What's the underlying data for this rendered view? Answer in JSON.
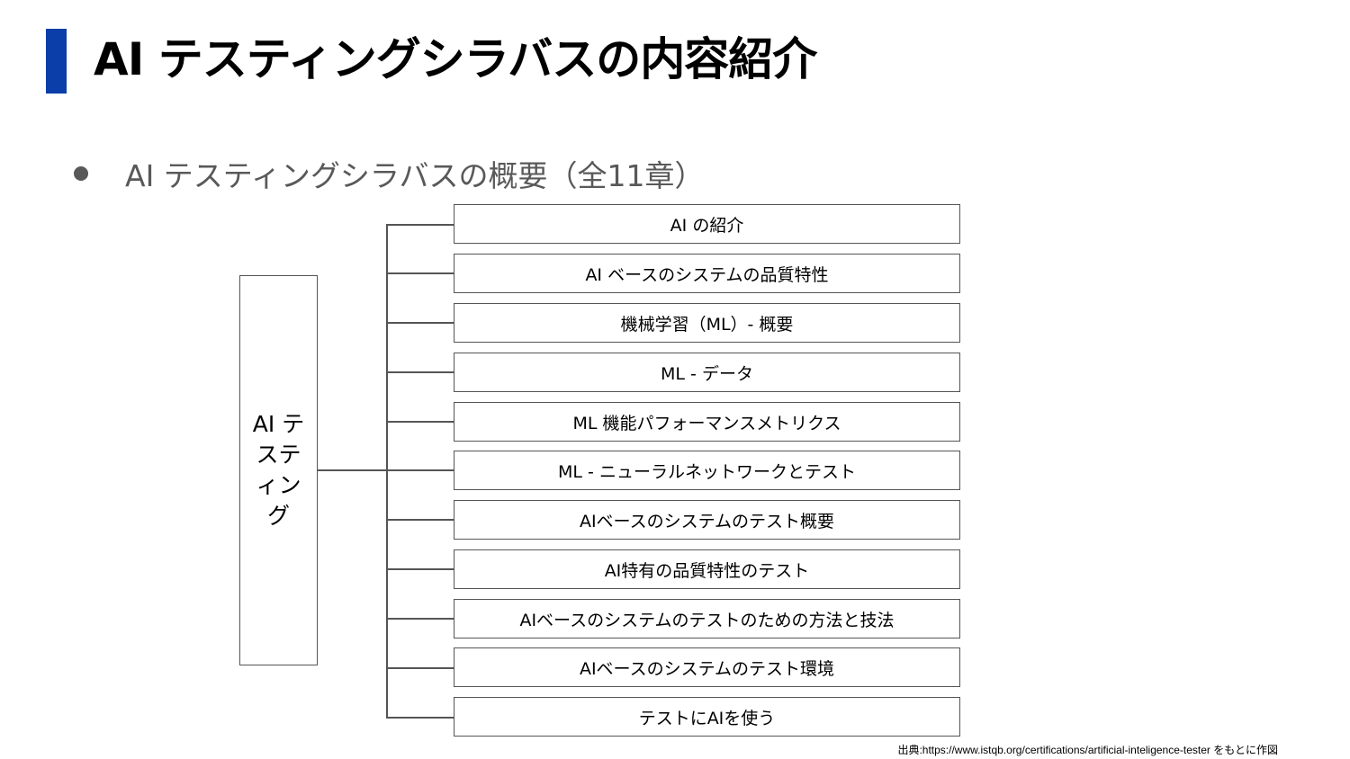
{
  "title": "AI テスティングシラバスの内容紹介",
  "bullet": "AI テスティングシラバスの概要（全11章）",
  "root_label": "AI テスティング",
  "chapters": [
    "AI の紹介",
    "AI ベースのシステムの品質特性",
    "機械学習（ML）- 概要",
    "ML - データ",
    "ML 機能パフォーマンスメトリクス",
    "ML - ニューラルネットワークとテスト",
    "AIベースのシステムのテスト概要",
    "AI特有の品質特性のテスト",
    "AIベースのシステムのテストのための方法と技法",
    "AIベースのシステムのテスト環境",
    "テストにAIを使う"
  ],
  "source": "出典:https://www.istqb.org/certifications/artificial-inteligence-tester をもとに作図",
  "colors": {
    "accent": "#0b3ea8",
    "bullet_text": "#595959",
    "lines": "#555555"
  }
}
